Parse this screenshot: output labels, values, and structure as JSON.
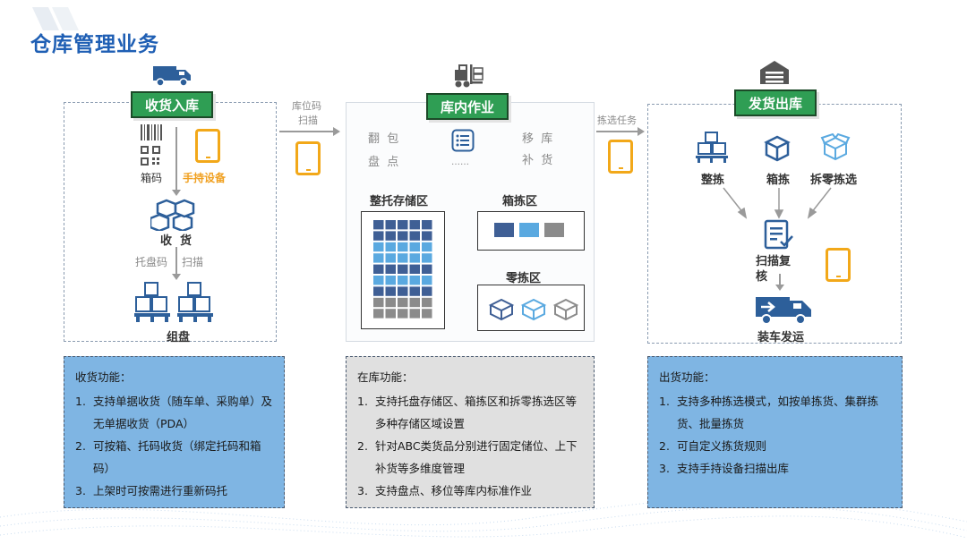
{
  "title": "仓库管理业务",
  "colors": {
    "title": "#1f5fb4",
    "tag_bg": "#2f9e54",
    "tablet": "#f2a819",
    "blue_box": "#7fb5e3",
    "grey_box": "#e0e0e0"
  },
  "receive": {
    "tag": "收货入库",
    "box_code": "箱码",
    "handheld": "手持设备",
    "receive_label": "收  货",
    "pallet_code": "托盘码",
    "scan": "扫描",
    "group_pallet": "组盘",
    "icons": [
      "truck-icon",
      "barcode-icon",
      "qr-code-icon",
      "tablet-icon",
      "boxes-icon",
      "pallet-boxes-icon"
    ]
  },
  "transfer1": {
    "line1": "库位码",
    "line2": "扫描"
  },
  "inside": {
    "tag": "库内作业",
    "left_top": "翻  包",
    "left_bottom": "盘  点",
    "right_top": "移  库",
    "right_bottom": "补  货",
    "dots": "……",
    "pallet_zone": "整托存储区",
    "case_zone": "箱拣区",
    "piece_zone": "零拣区"
  },
  "transfer2": {
    "label": "拣选任务"
  },
  "ship": {
    "tag": "发货出库",
    "pick1": "整拣",
    "pick2": "箱拣",
    "pick3": "拆零拣选",
    "review": "扫描复核",
    "load": "装车发运"
  },
  "receive_func": {
    "title": "收货功能：",
    "items": [
      {
        "num": "1.",
        "text": "支持单据收货（随车单、采购单）及无单据收货（PDA）"
      },
      {
        "num": "2.",
        "text": "可按箱、托码收货（绑定托码和箱码）"
      },
      {
        "num": "3.",
        "text": "上架时可按需进行重新码托"
      }
    ]
  },
  "inside_func": {
    "title": "在库功能：",
    "items": [
      {
        "num": "1.",
        "text": "支持托盘存储区、箱拣区和拆零拣选区等多种存储区域设置"
      },
      {
        "num": "2.",
        "text": "针对ABC类货品分别进行固定储位、上下补货等多维度管理"
      },
      {
        "num": "3.",
        "text": "支持盘点、移位等库内标准作业"
      }
    ]
  },
  "ship_func": {
    "title": "出货功能：",
    "items": [
      {
        "num": "1.",
        "text": "支持多种拣选模式，如按单拣货、集群拣货、批量拣货"
      },
      {
        "num": "2.",
        "text": "可自定义拣货规则"
      },
      {
        "num": "3.",
        "text": "支持手持设备扫描出库"
      }
    ]
  }
}
